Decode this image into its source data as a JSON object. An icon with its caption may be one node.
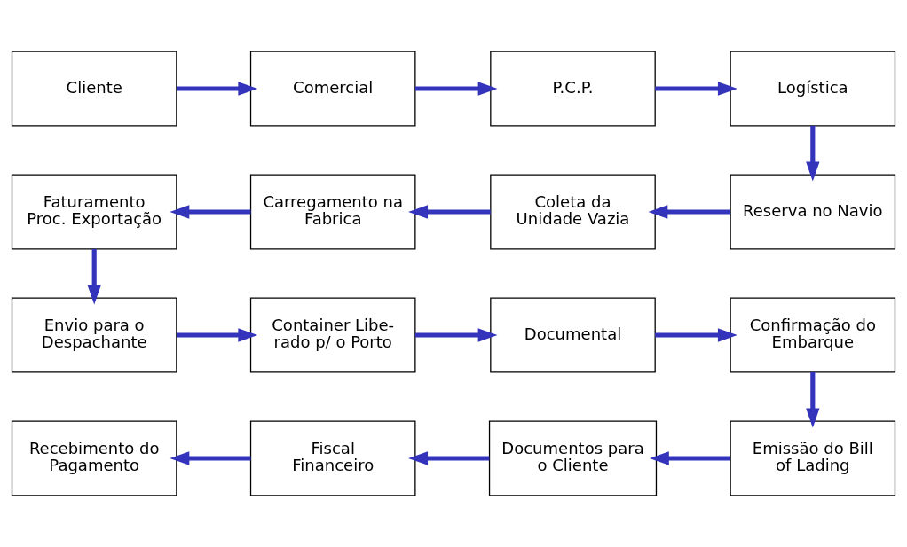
{
  "diagram": {
    "nodes": [
      {
        "text": [
          "Cliente"
        ]
      },
      {
        "text": [
          "Comercial"
        ]
      },
      {
        "text": [
          "P.C.P."
        ]
      },
      {
        "text": [
          "Logística"
        ]
      },
      {
        "text": [
          "Reserva no Navio"
        ]
      },
      {
        "text": [
          "Coleta da Unidade Vazia"
        ]
      },
      {
        "text": [
          "Carregamento na Fabrica"
        ]
      },
      {
        "text": [
          "Faturamento Proc. Exportação"
        ]
      },
      {
        "text": [
          "Envio para o Despachante"
        ]
      },
      {
        "text": [
          "Container Libe- rado p/ o Porto"
        ]
      },
      {
        "text": [
          "Documental"
        ]
      },
      {
        "text": [
          "Confirmação do Embarque"
        ]
      },
      {
        "text": [
          "Emissão do Bill of Lading"
        ]
      },
      {
        "text": [
          "Documentos para o Cliente"
        ]
      },
      {
        "text": [
          "Fiscal Financeiro"
        ]
      },
      {
        "text": [
          "Recebimento do Pagamento"
        ]
      }
    ],
    "edges": [
      {
        "from": 0,
        "to": 1,
        "arrow": "to"
      },
      {
        "from": 1,
        "to": 2,
        "arrow": "to"
      },
      {
        "from": 2,
        "to": 3,
        "arrow": "to"
      },
      {
        "from": 3,
        "to": 4,
        "arrow": "to"
      },
      {
        "from": 4,
        "to": 5,
        "arrow": "to"
      },
      {
        "from": 5,
        "to": 6,
        "arrow": "to"
      },
      {
        "from": 6,
        "to": 7,
        "arrow": "to"
      },
      {
        "from": 7,
        "to": 8,
        "arrow": "to"
      },
      {
        "from": 8,
        "to": 9,
        "arrow": "to"
      },
      {
        "from": 9,
        "to": 10,
        "arrow": "to"
      },
      {
        "from": 10,
        "to": 11,
        "arrow": "to"
      },
      {
        "from": 11,
        "to": 12,
        "arrow": "to"
      },
      {
        "from": 12,
        "to": 13,
        "arrow": "to"
      },
      {
        "from": 13,
        "to": 14,
        "arrow": "to"
      },
      {
        "from": 14,
        "to": 15,
        "arrow": "to"
      }
    ]
  }
}
